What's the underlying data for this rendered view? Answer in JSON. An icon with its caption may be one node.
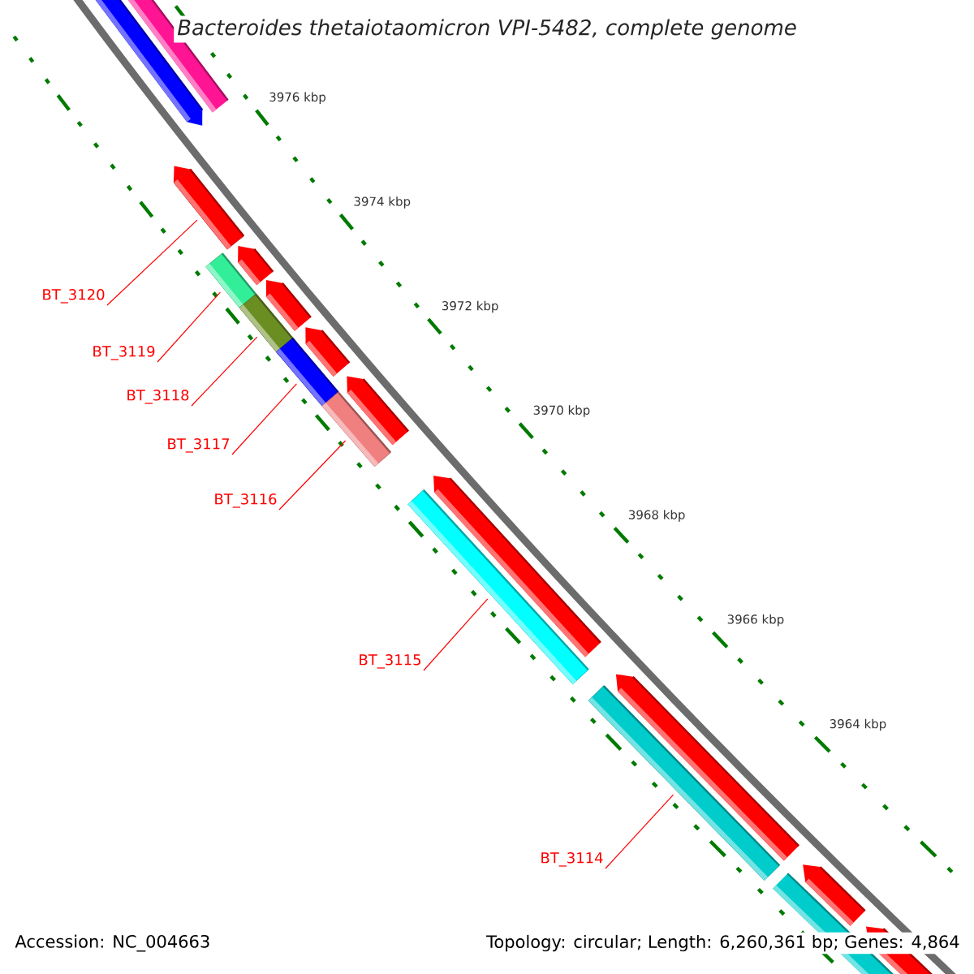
{
  "diagram": {
    "title": "Bacteroides thetaiotaomicron VPI-5482, complete genome",
    "nodes": [
      {
        "text": [
          "BT_3120"
        ]
      },
      {
        "text": [
          "BT_3119"
        ]
      },
      {
        "text": [
          "BT_3118"
        ]
      },
      {
        "text": [
          "BT_3117"
        ]
      },
      {
        "text": [
          "BT_3116"
        ]
      },
      {
        "text": [
          "BT_3115"
        ]
      },
      {
        "text": [
          "BT_3114"
        ]
      },
      {
        "text": [],
        "shape": "bar"
      },
      {
        "text": [],
        "shape": "bar"
      },
      {
        "text": [],
        "shape": "bar"
      },
      {
        "text": [],
        "shape": "bar"
      },
      {
        "text": [],
        "shape": "bar"
      },
      {
        "text": [],
        "shape": "bar"
      },
      {
        "text": [],
        "shape": "bar"
      }
    ],
    "edges": [
      {
        "from": 0,
        "to": 7,
        "arrow": "none"
      },
      {
        "from": 1,
        "to": 8,
        "arrow": "none"
      },
      {
        "from": 2,
        "to": 9,
        "arrow": "none"
      },
      {
        "from": 3,
        "to": 10,
        "arrow": "none"
      },
      {
        "from": 4,
        "to": 11,
        "arrow": "none"
      },
      {
        "from": 5,
        "to": 12,
        "arrow": "none"
      },
      {
        "from": 6,
        "to": 13,
        "arrow": "none"
      }
    ],
    "labels": [
      "3976 kbp",
      "3974 kbp",
      "3972 kbp",
      "3970 kbp",
      "3968 kbp",
      "3966 kbp",
      "3964 kbp",
      "Accession: NC_004663",
      "Topology: circular; Length: 6,260,361 bp; Genes: 4,864"
    ]
  }
}
